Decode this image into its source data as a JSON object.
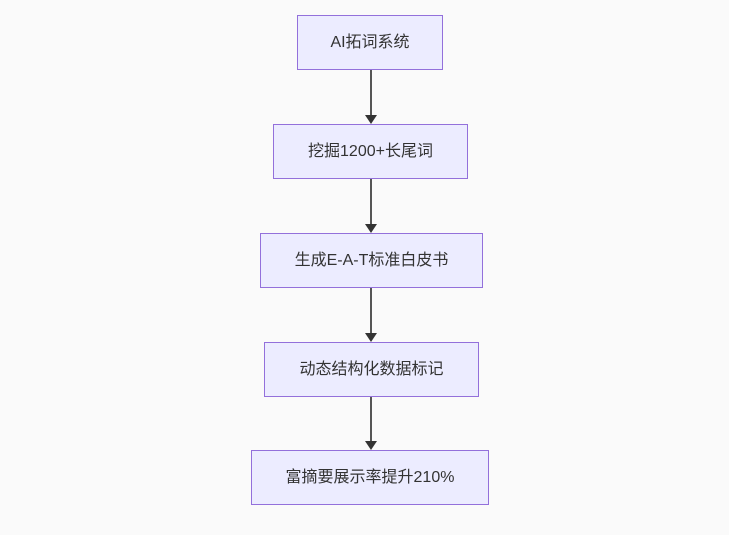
{
  "diagram": {
    "type": "flowchart-top-down",
    "nodes": [
      {
        "id": "A",
        "label": "AI拓词系统"
      },
      {
        "id": "B",
        "label": "挖掘1200+长尾词"
      },
      {
        "id": "C",
        "label": "生成E-A-T标准白皮书"
      },
      {
        "id": "D",
        "label": "动态结构化数据标记"
      },
      {
        "id": "E",
        "label": "富摘要展示率提升210%"
      }
    ],
    "edges": [
      {
        "from": "A",
        "to": "B"
      },
      {
        "from": "B",
        "to": "C"
      },
      {
        "from": "C",
        "to": "D"
      },
      {
        "from": "D",
        "to": "E"
      }
    ]
  },
  "theme": {
    "canvas_bg": "#fafafa",
    "node_fill": "#ECECFF",
    "node_border": "#9370DB",
    "node_text": "#333333",
    "edge_line": "#555555",
    "edge_head": "#333333"
  }
}
